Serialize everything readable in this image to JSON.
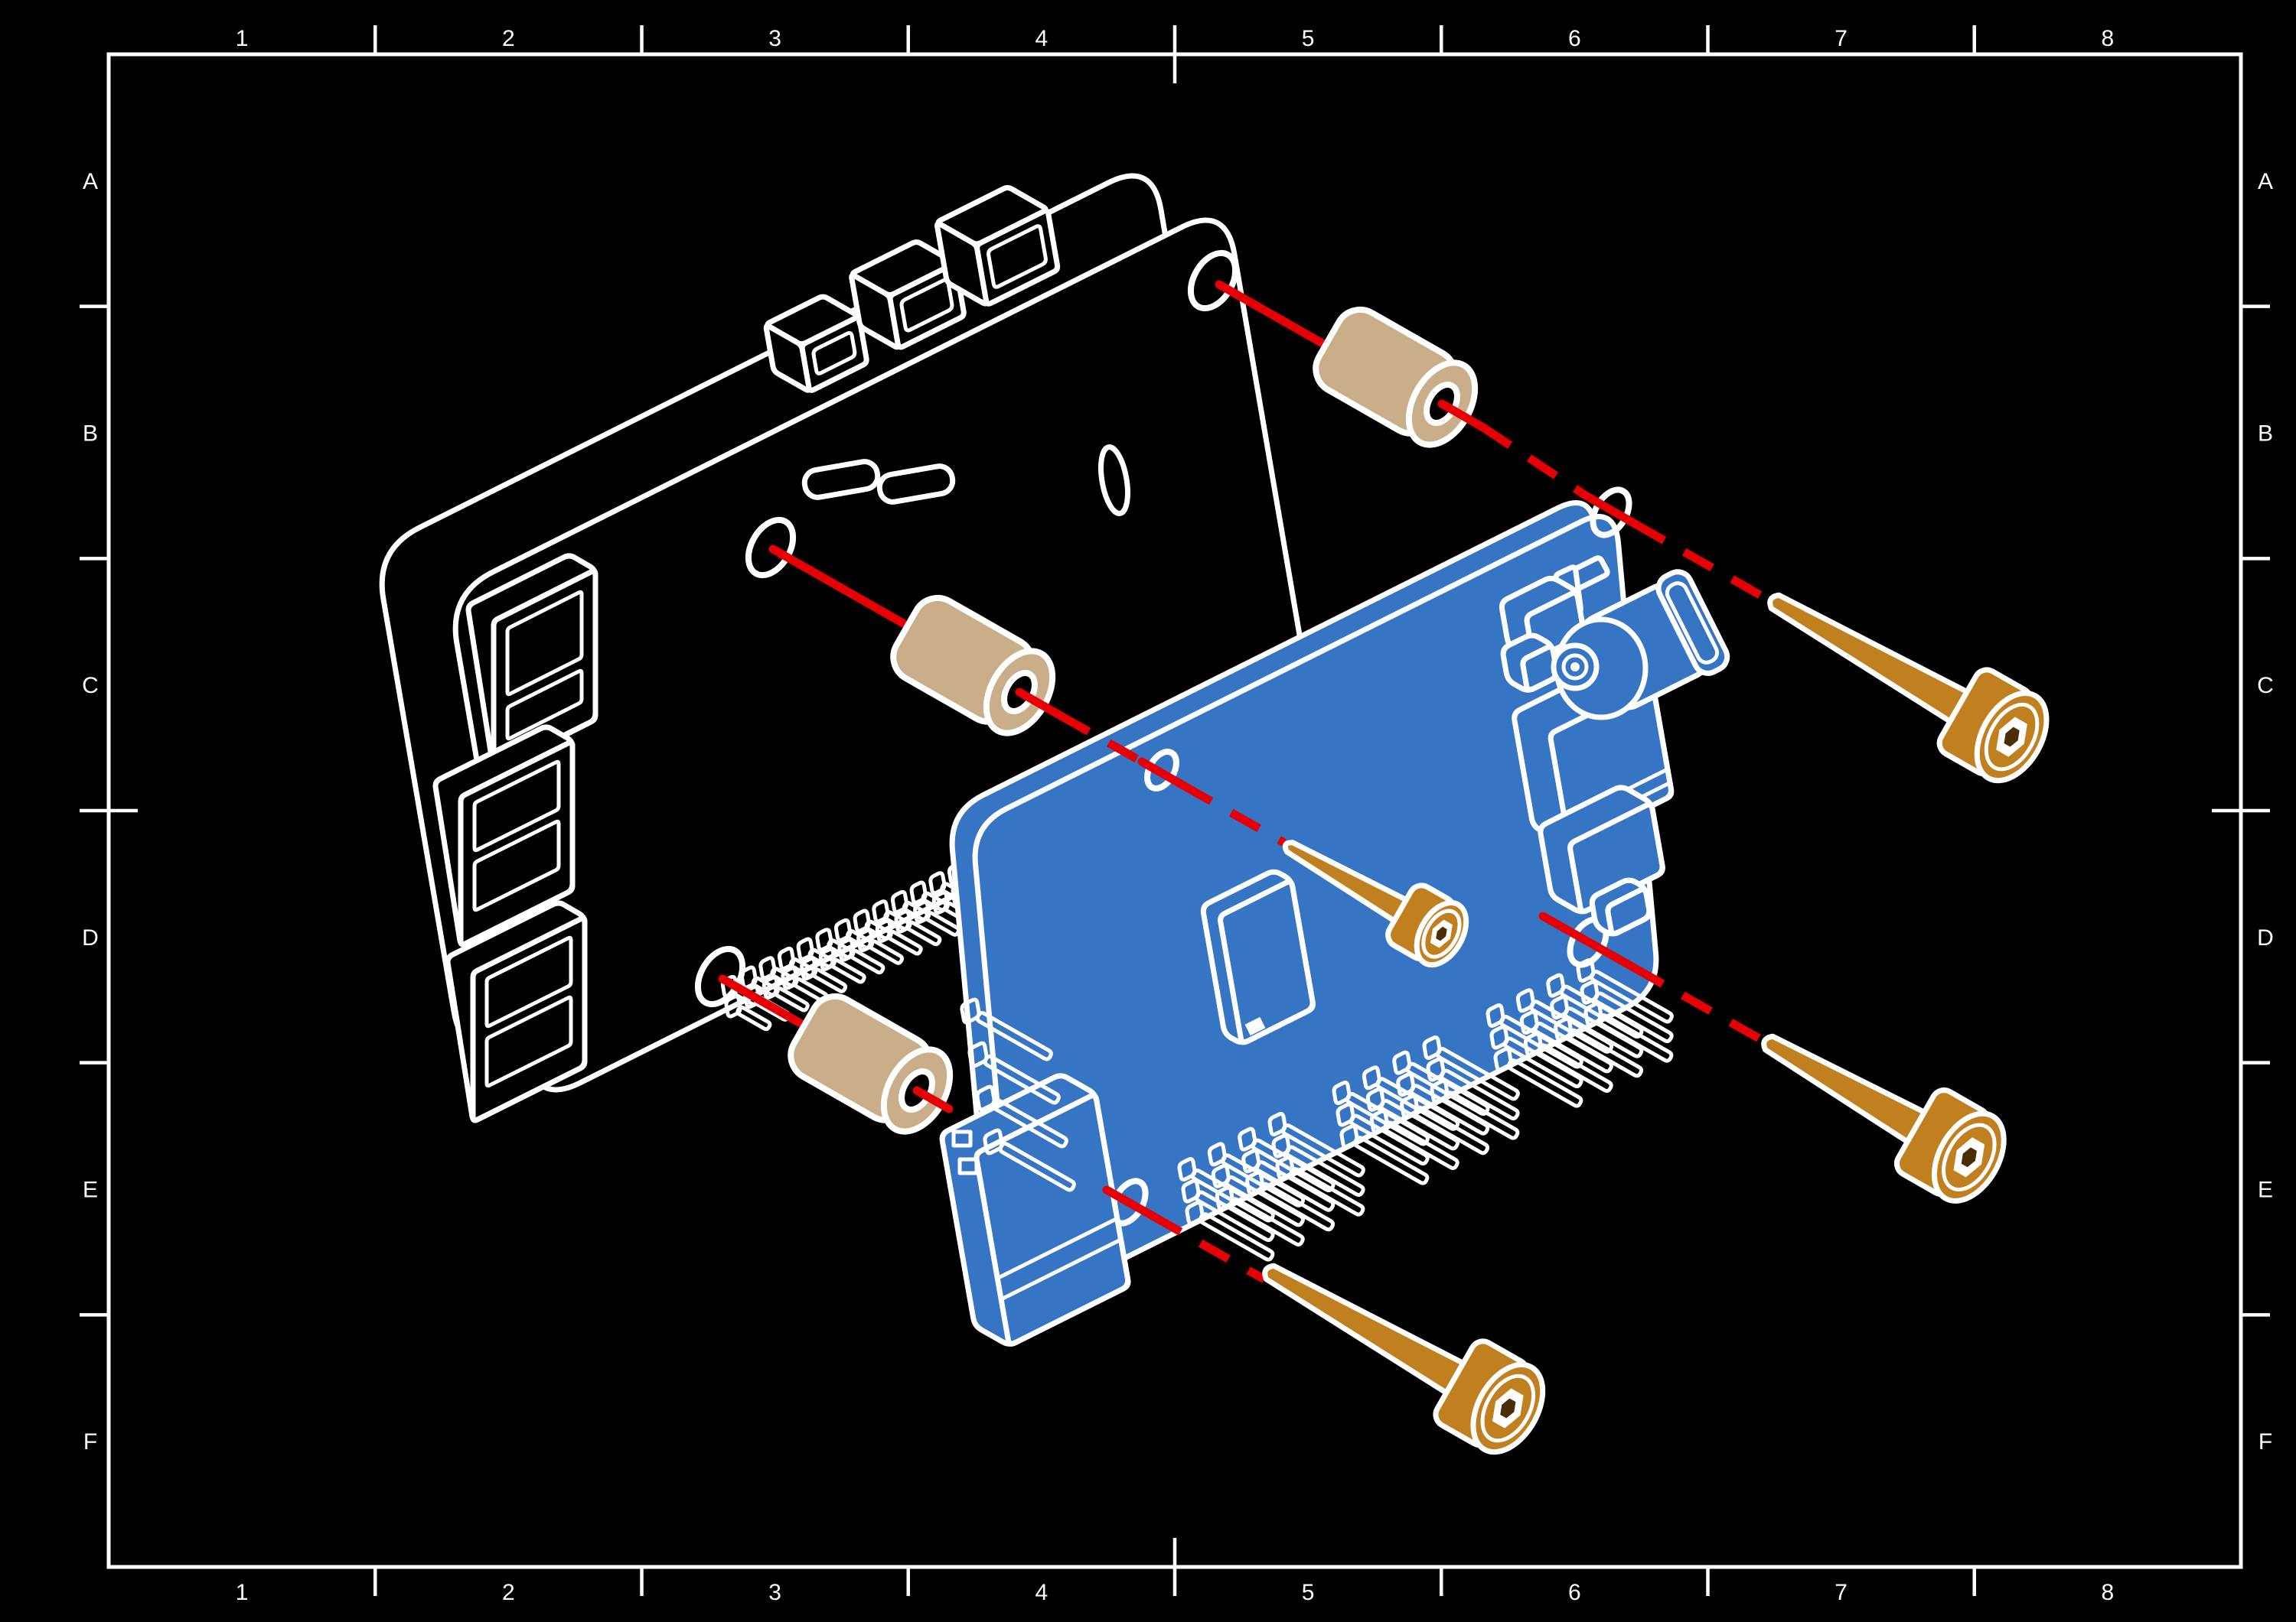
{
  "sheet": {
    "type": "exploded-assembly-technical-drawing",
    "frame": {
      "columns": [
        "1",
        "2",
        "3",
        "4",
        "5",
        "6",
        "7",
        "8"
      ],
      "rows": [
        "A",
        "B",
        "C",
        "D",
        "E",
        "F"
      ]
    },
    "colors": {
      "background": "#000000",
      "frame": "#ffffff",
      "outline": "#ffffff",
      "board_blue": "#3575c4",
      "standoff_tan": "#c9ae89",
      "screw_copper": "#c1801f",
      "guide_red": "#e60005"
    },
    "parts": {
      "computer_board": "single-board-computer-outline",
      "expansion_board": "blue-hat-expansion-board",
      "standoff_count": 3,
      "screw_count": 4,
      "guide_lines": "red-assembly-axes",
      "mounting_holes_back_board": 3,
      "mounting_holes_hat": 4
    }
  }
}
